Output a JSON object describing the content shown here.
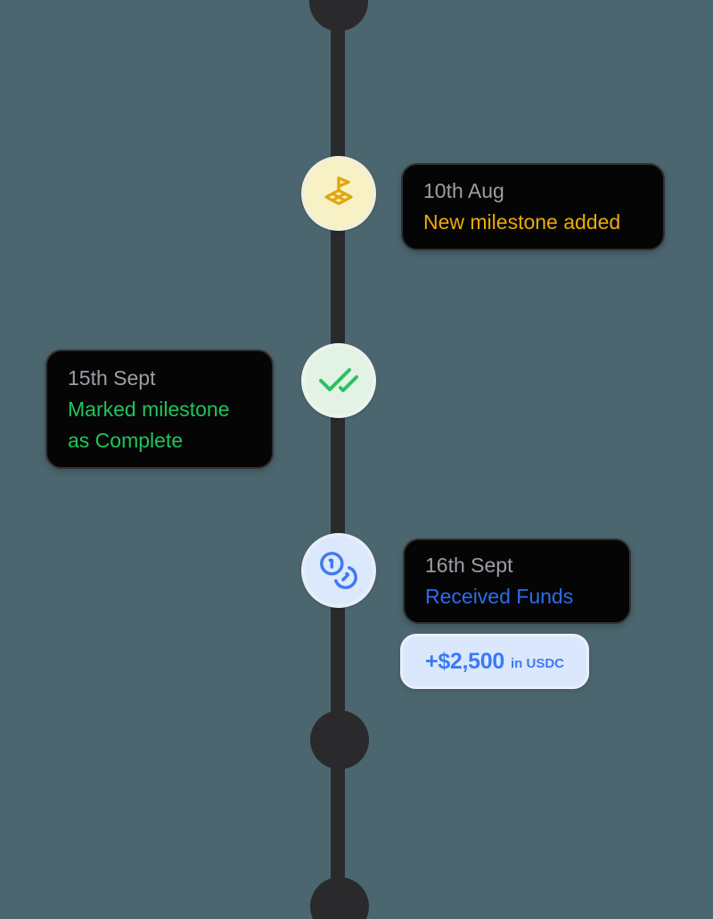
{
  "page": {
    "background": "#4c6670"
  },
  "timeline": {
    "line_color": "#2a2a2c",
    "node_color": "#2a2a2c"
  },
  "card": {
    "background": "#050505",
    "date_color": "#9b9ea4"
  },
  "events": [
    {
      "date": "10th Aug",
      "title": "New milestone added",
      "accent_color": "#ebab09",
      "icon": "milestone-flag-icon",
      "icon_color": "#e1a70d",
      "icon_bg": "#f8f1c6",
      "icon_ring": "#f2efd9"
    },
    {
      "date": "15th Sept",
      "title": "Marked milestone as Complete",
      "accent_color": "#1ec55b",
      "icon": "double-check-icon",
      "icon_color": "#2cc063",
      "icon_bg": "#e2f3e6",
      "icon_ring": "#ebf4ec"
    },
    {
      "date": "16th Sept",
      "title": "Received Funds",
      "accent_color": "#2d6bf0",
      "icon": "coins-icon",
      "icon_color": "#3d79f2",
      "icon_bg": "#dce8fb",
      "icon_ring": "#e7eef9"
    }
  ],
  "funds_badge": {
    "amount": "+$2,500",
    "currency_note": "in USDC",
    "text_color": "#3b7bf2",
    "background": "#dbe7fc",
    "ring": "#e9f0fd"
  }
}
